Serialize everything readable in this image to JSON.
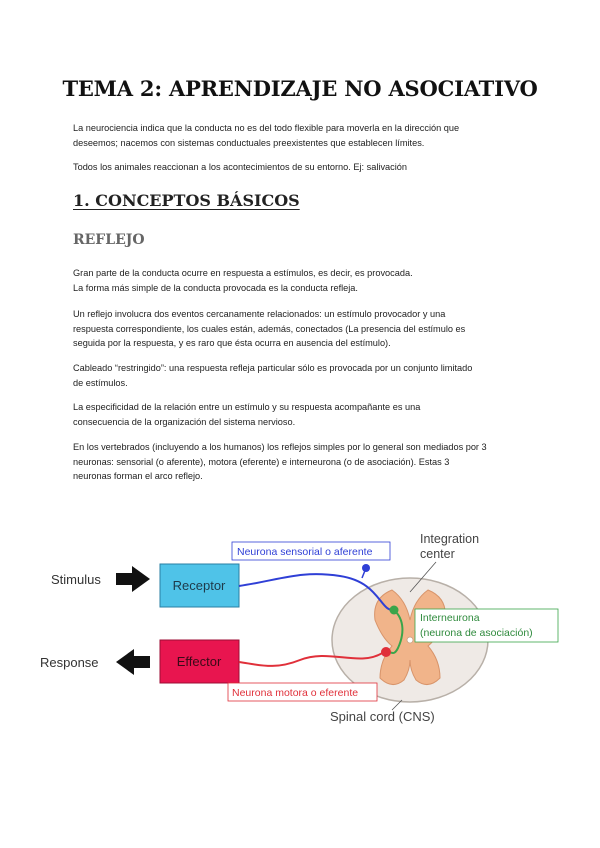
{
  "title": "TEMA 2: APRENDIZAJE NO ASOCIATIVO",
  "intro": {
    "line1": "La neurociencia indica que la conducta no es del todo flexible para moverla en la dirección que",
    "line2": "deseemos; nacemos con sistemas conductuales preexistentes que establecen límites.",
    "line3": "Todos los animales reaccionan a los acontecimientos de su entorno. Ej: salivación"
  },
  "section1": {
    "heading": "1. CONCEPTOS BÁSICOS"
  },
  "subsection": {
    "heading": "REFLEJO"
  },
  "paragraphs": {
    "p1_l1": "Gran parte de la conducta ocurre en respuesta a estímulos, es decir, es provocada.",
    "p1_l2": "La forma más simple de la conducta provocada es la conducta refleja.",
    "p2_l1": "Un reflejo involucra dos eventos cercanamente relacionados: un estímulo provocador y una",
    "p2_l2": "respuesta correspondiente, los cuales están, además, conectados (La presencia del estímulo es",
    "p2_l3": "seguida por la respuesta, y es raro que ésta ocurra en ausencia del estímulo).",
    "p3_l1": "Cableado “restringido”: una respuesta refleja particular sólo es provocada por un conjunto limitado",
    "p3_l2": "de estímulos.",
    "p4_l1": "La especificidad de la relación entre un estímulo y su respuesta acompañante es una",
    "p4_l2": "consecuencia de la organización del sistema nervioso.",
    "p5_l1": "En los vertebrados (incluyendo a los humanos) los reflejos simples por lo general son mediados por 3",
    "p5_l2": "neuronas: sensorial (o aferente), motora (eferente) e interneurona (o de asociación). Estas 3",
    "p5_l3": "neuronas forman el arco reflejo."
  },
  "diagram": {
    "stimulus": "Stimulus",
    "response": "Response",
    "receptor": "Receptor",
    "effector": "Effector",
    "integration_l1": "Integration",
    "integration_l2": "center",
    "sensory_label": "Neurona sensorial o aferente",
    "motor_label": "Neurona motora o eferente",
    "inter_l1": "Interneurona",
    "inter_l2": "(neurona de asociación)",
    "spinal": "Spinal cord (CNS)",
    "colors": {
      "receptor": "#4fc3e8",
      "effector": "#e8154f",
      "sensory": "#2f3fd6",
      "motor": "#e0303a",
      "inter": "#3aa54a",
      "gray_matter": "#f1b48a"
    }
  }
}
